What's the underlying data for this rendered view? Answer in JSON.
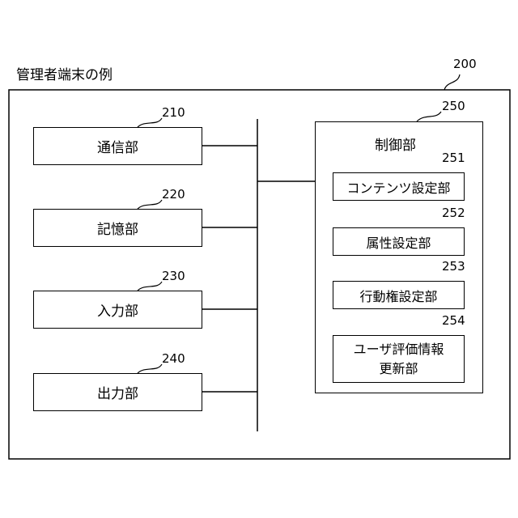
{
  "title": "管理者端末の例",
  "outer": {
    "ref": "200"
  },
  "modules": [
    {
      "ref": "210",
      "label": "通信部"
    },
    {
      "ref": "220",
      "label": "記憶部"
    },
    {
      "ref": "230",
      "label": "入力部"
    },
    {
      "ref": "240",
      "label": "出力部"
    }
  ],
  "control": {
    "ref": "250",
    "label": "制御部",
    "subs": [
      {
        "ref": "251",
        "label": "コンテンツ設定部"
      },
      {
        "ref": "252",
        "label": "属性設定部"
      },
      {
        "ref": "253",
        "label": "行動権設定部"
      },
      {
        "ref": "254",
        "line1": "ユーザ評価情報",
        "line2": "更新部"
      }
    ]
  }
}
